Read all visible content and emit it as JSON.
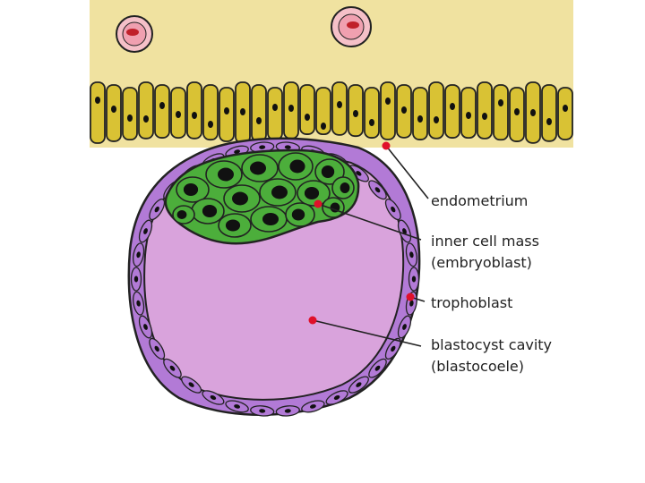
{
  "diagram": {
    "labels": {
      "endometrium": "endometrium",
      "inner_cell_mass_line1": "inner cell mass",
      "inner_cell_mass_line2": "(embryoblast)",
      "trophoblast": "trophoblast",
      "blastocyst_cavity_line1": "blastocyst cavity",
      "blastocyst_cavity_line2": "(blastocoele)"
    },
    "colors": {
      "endometrium_fill": "#f0e2a0",
      "epithelium_cell": "#d9c234",
      "trophoblast_cell": "#b27ad6",
      "cavity_fill": "#d9a3dc",
      "inner_cell_mass": "#4cae3b",
      "nucleus": "#111111",
      "pointer_dot": "#e0102a",
      "outline": "#222222"
    }
  }
}
